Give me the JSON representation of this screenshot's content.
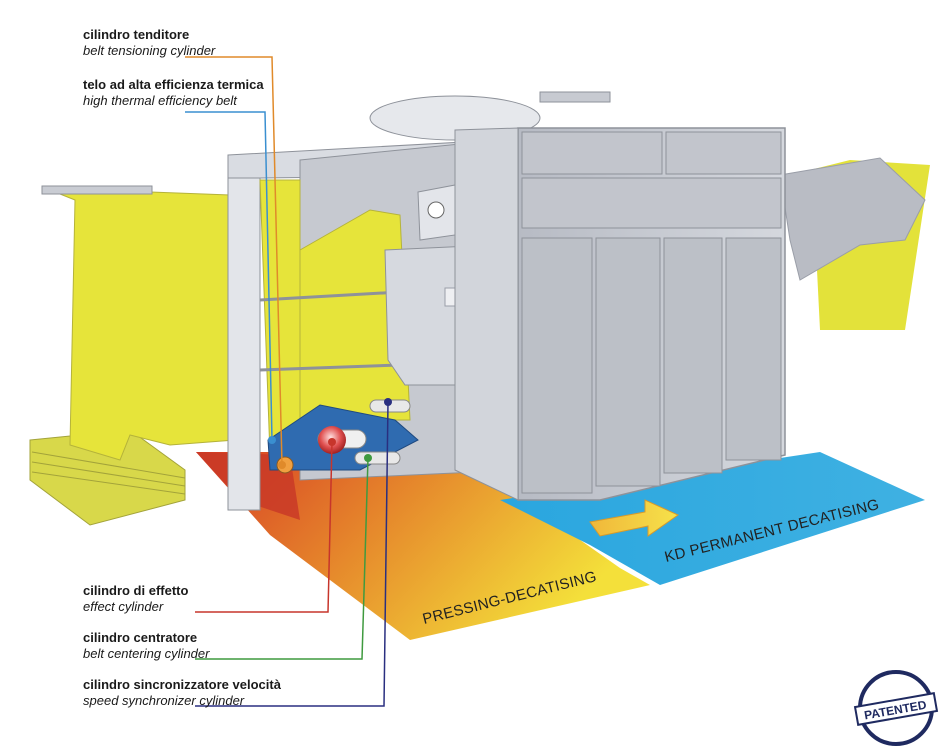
{
  "callouts": [
    {
      "id": "tensioning",
      "it": "cilindro tenditore",
      "en": "belt tensioning cylinder",
      "color": "#e08a2a"
    },
    {
      "id": "thermal-belt",
      "it": "telo ad alta efficienza termica",
      "en": "high thermal efficiency belt",
      "color": "#3a8fd0"
    },
    {
      "id": "effect",
      "it": "cilindro di effetto",
      "en": "effect cylinder",
      "color": "#c7352b"
    },
    {
      "id": "centering",
      "it": "cilindro centratore",
      "en": "belt centering cylinder",
      "color": "#3f9a3f"
    },
    {
      "id": "speed-sync",
      "it": "cilindro sincronizzatore velocità",
      "en": "speed synchronizer cylinder",
      "color": "#2a2f80"
    }
  ],
  "zones": {
    "pressing": "PRESSING-DECATISING",
    "kd": "KD PERMANENT DECATISING"
  },
  "badge": "PATENTED",
  "colors": {
    "fabric": "#e6e43a",
    "machine": "#c9ccd3",
    "belt": "#2f6bb0",
    "floor_orange": "#e07a25",
    "floor_red": "#d13a26",
    "floor_blue": "#2f9fd8",
    "floor_yellow": "#f2d63a"
  }
}
